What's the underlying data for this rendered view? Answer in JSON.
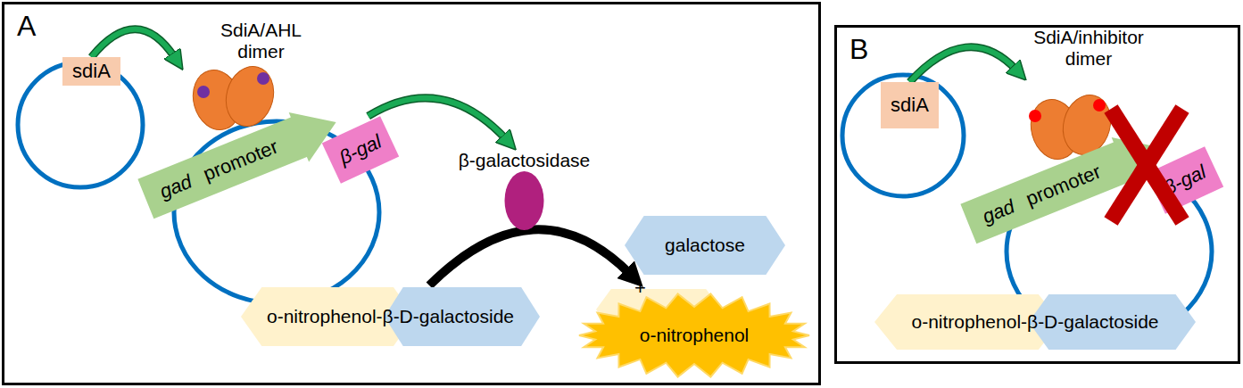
{
  "diagram": {
    "nodes": [
      {
        "text": [
          "A"
        ]
      },
      {
        "text": [
          "sdiA"
        ],
        "in": 0
      },
      {
        "text": [
          "SdiA/AHL dimer"
        ],
        "in": 0
      },
      {
        "text": [
          "gad",
          "promoter"
        ],
        "in": 0
      },
      {
        "text": [
          "β-gal"
        ],
        "in": 0
      },
      {
        "text": [
          "β-galactosidase"
        ],
        "in": 0
      },
      {
        "text": [
          "galactose"
        ],
        "in": 0
      },
      {
        "text": [
          "o-nitrophenol-β-D-galactoside"
        ],
        "in": 0
      },
      {
        "text": [
          "o-nitrophenol"
        ],
        "in": 0
      },
      {
        "text": [
          "B"
        ]
      },
      {
        "text": [
          "sdiA"
        ],
        "in": 9
      },
      {
        "text": [
          "SdiA/inhibitor dimer"
        ],
        "in": 9
      },
      {
        "text": [
          "gad",
          "promoter"
        ],
        "in": 9
      },
      {
        "text": [
          "β-gal"
        ],
        "in": 9
      },
      {
        "text": [
          "o-nitrophenol-β-D-galactoside"
        ],
        "in": 9
      }
    ],
    "edges": [
      {
        "from": 1,
        "to": 2,
        "arrow": "to"
      },
      {
        "from": 4,
        "to": 5,
        "arrow": "to"
      },
      {
        "from": 7,
        "to": 8,
        "arrow": "to"
      },
      {
        "from": 10,
        "to": 11,
        "arrow": "to"
      }
    ],
    "labels": [
      "+"
    ]
  }
}
